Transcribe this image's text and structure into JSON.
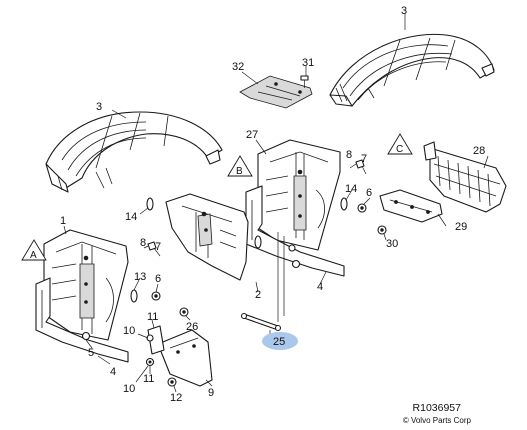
{
  "diagram": {
    "callouts": {
      "c_3_top": "3",
      "c_3_left": "3",
      "c_32": "32",
      "c_31": "31",
      "c_27": "27",
      "c_8_right": "8",
      "c_7_right": "7",
      "c_14_right": "14",
      "c_6_right": "6",
      "c_28": "28",
      "c_29": "29",
      "c_30": "30",
      "c_14_mid": "14",
      "c_1": "1",
      "c_8_left": "8",
      "c_7_left": "7",
      "c_13": "13",
      "c_6_left": "6",
      "c_5": "5",
      "c_4_left": "4",
      "c_11_top": "11",
      "c_10_top": "10",
      "c_26": "26",
      "c_2": "2",
      "c_4_right": "4",
      "c_25": "25",
      "c_10_bottom": "10",
      "c_11_bottom": "11",
      "c_12": "12",
      "c_9": "9"
    },
    "view_refs": {
      "a": "A",
      "b": "B",
      "c": "C"
    },
    "highlight_color": "#a9c8ea",
    "line_color": "#1a1a1a",
    "reference_code": "R1036957",
    "copyright": "© Volvo Parts Corp"
  }
}
